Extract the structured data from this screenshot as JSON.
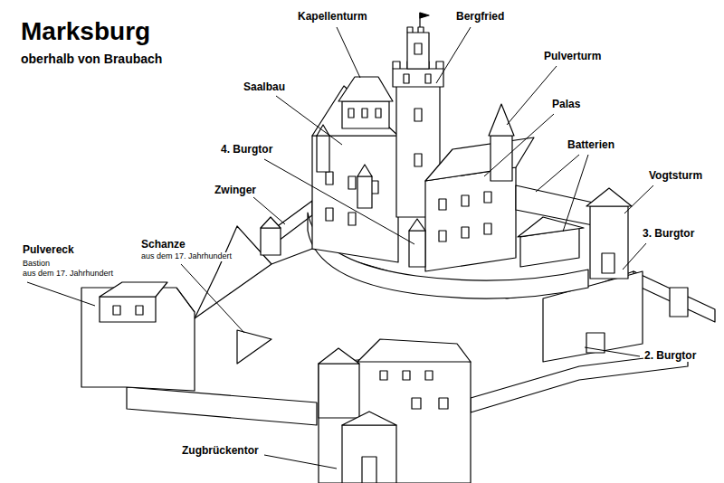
{
  "diagram": {
    "title": "Marksburg",
    "labels": [
      "oberhalb von Braubach",
      "Kapellenturm",
      "Bergfried",
      "Pulverturm",
      "Saalbau",
      "Palas",
      "Batterien",
      "4. Burgtor",
      "Vogtsturm",
      "Zwinger",
      "3. Burgtor",
      "Pulvereck",
      "Bastion",
      "aus dem 17. Jahrhundert",
      "Schanze",
      "aus dem 17. Jahrhundert",
      "2. Burgtor",
      "Zugbrückentor"
    ]
  }
}
